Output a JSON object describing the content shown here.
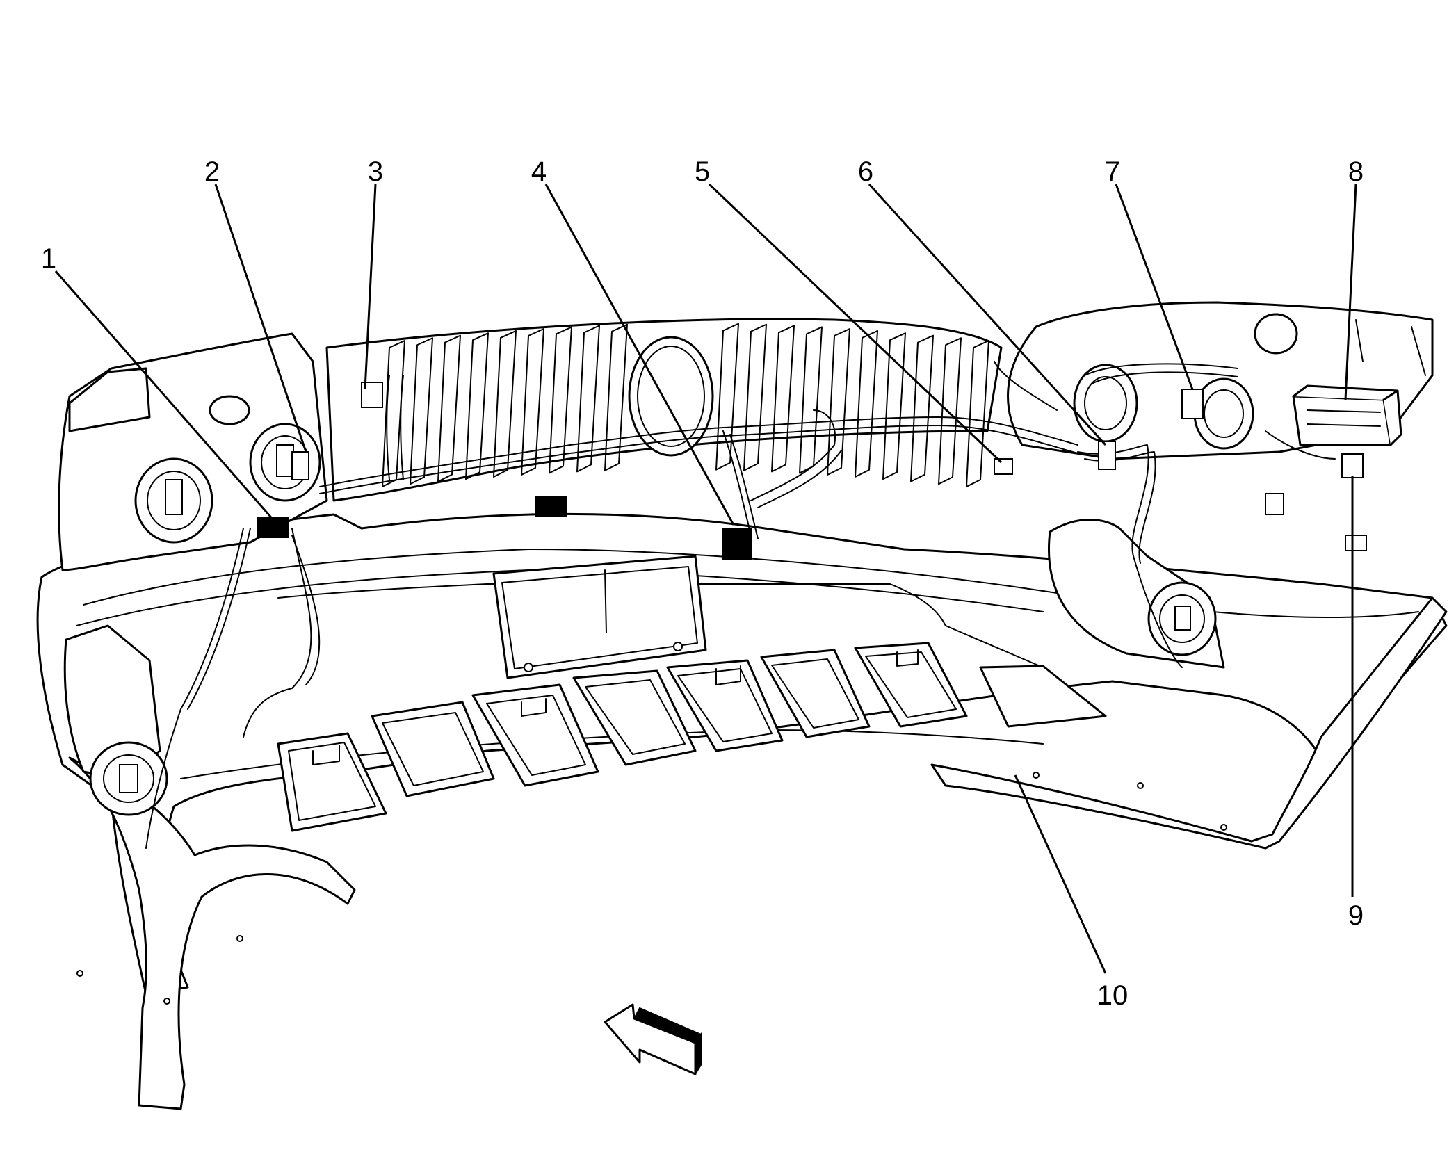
{
  "callouts": [
    {
      "id": "1",
      "label": "1"
    },
    {
      "id": "2",
      "label": "2"
    },
    {
      "id": "3",
      "label": "3"
    },
    {
      "id": "4",
      "label": "4"
    },
    {
      "id": "5",
      "label": "5"
    },
    {
      "id": "6",
      "label": "6"
    },
    {
      "id": "7",
      "label": "7"
    },
    {
      "id": "8",
      "label": "8"
    },
    {
      "id": "9",
      "label": "9"
    },
    {
      "id": "10",
      "label": "10"
    }
  ],
  "colors": {
    "line": "#000000",
    "background": "#ffffff"
  },
  "icons": {
    "view_direction": "view-direction-arrow-icon"
  }
}
